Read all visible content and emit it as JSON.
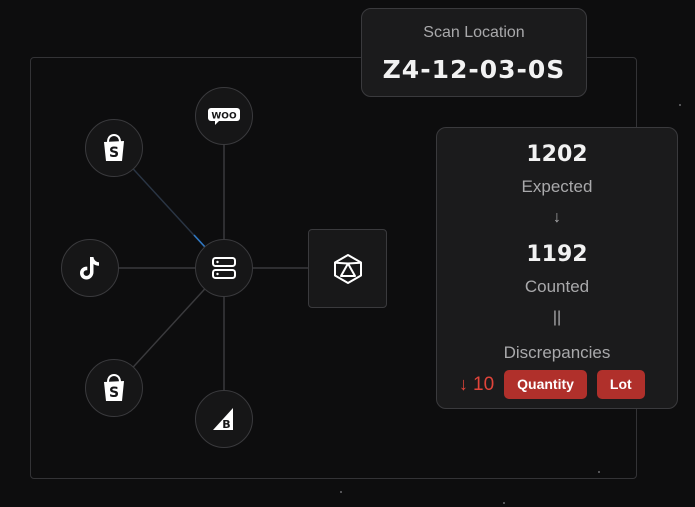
{
  "scan": {
    "label": "Scan Location",
    "code": "Z4-12-03-0S"
  },
  "counts": {
    "expected_value": "1202",
    "expected_label": "Expected",
    "arrow_glyph": "↓",
    "counted_value": "1192",
    "counted_label": "Counted",
    "equals_glyph": "||",
    "discrepancies_label": "Discrepancies",
    "discrepancy_arrow": "↓",
    "discrepancy_value": "10",
    "tags": [
      "Quantity",
      "Lot"
    ]
  },
  "nodes": {
    "woo_text": "WOO",
    "bigcommerce_text": "B"
  },
  "colors": {
    "background": "#0d0d0e",
    "card": "#1b1b1c",
    "border": "#3a3a3d",
    "accent_red": "#b0302b",
    "discrepancy_red": "#e0443a",
    "highlight_blue": "#2f78c4"
  },
  "icons": [
    "shopify-icon",
    "woocommerce-icon",
    "tiktok-icon",
    "server-hub-icon",
    "bigcommerce-icon",
    "cube-icon"
  ]
}
